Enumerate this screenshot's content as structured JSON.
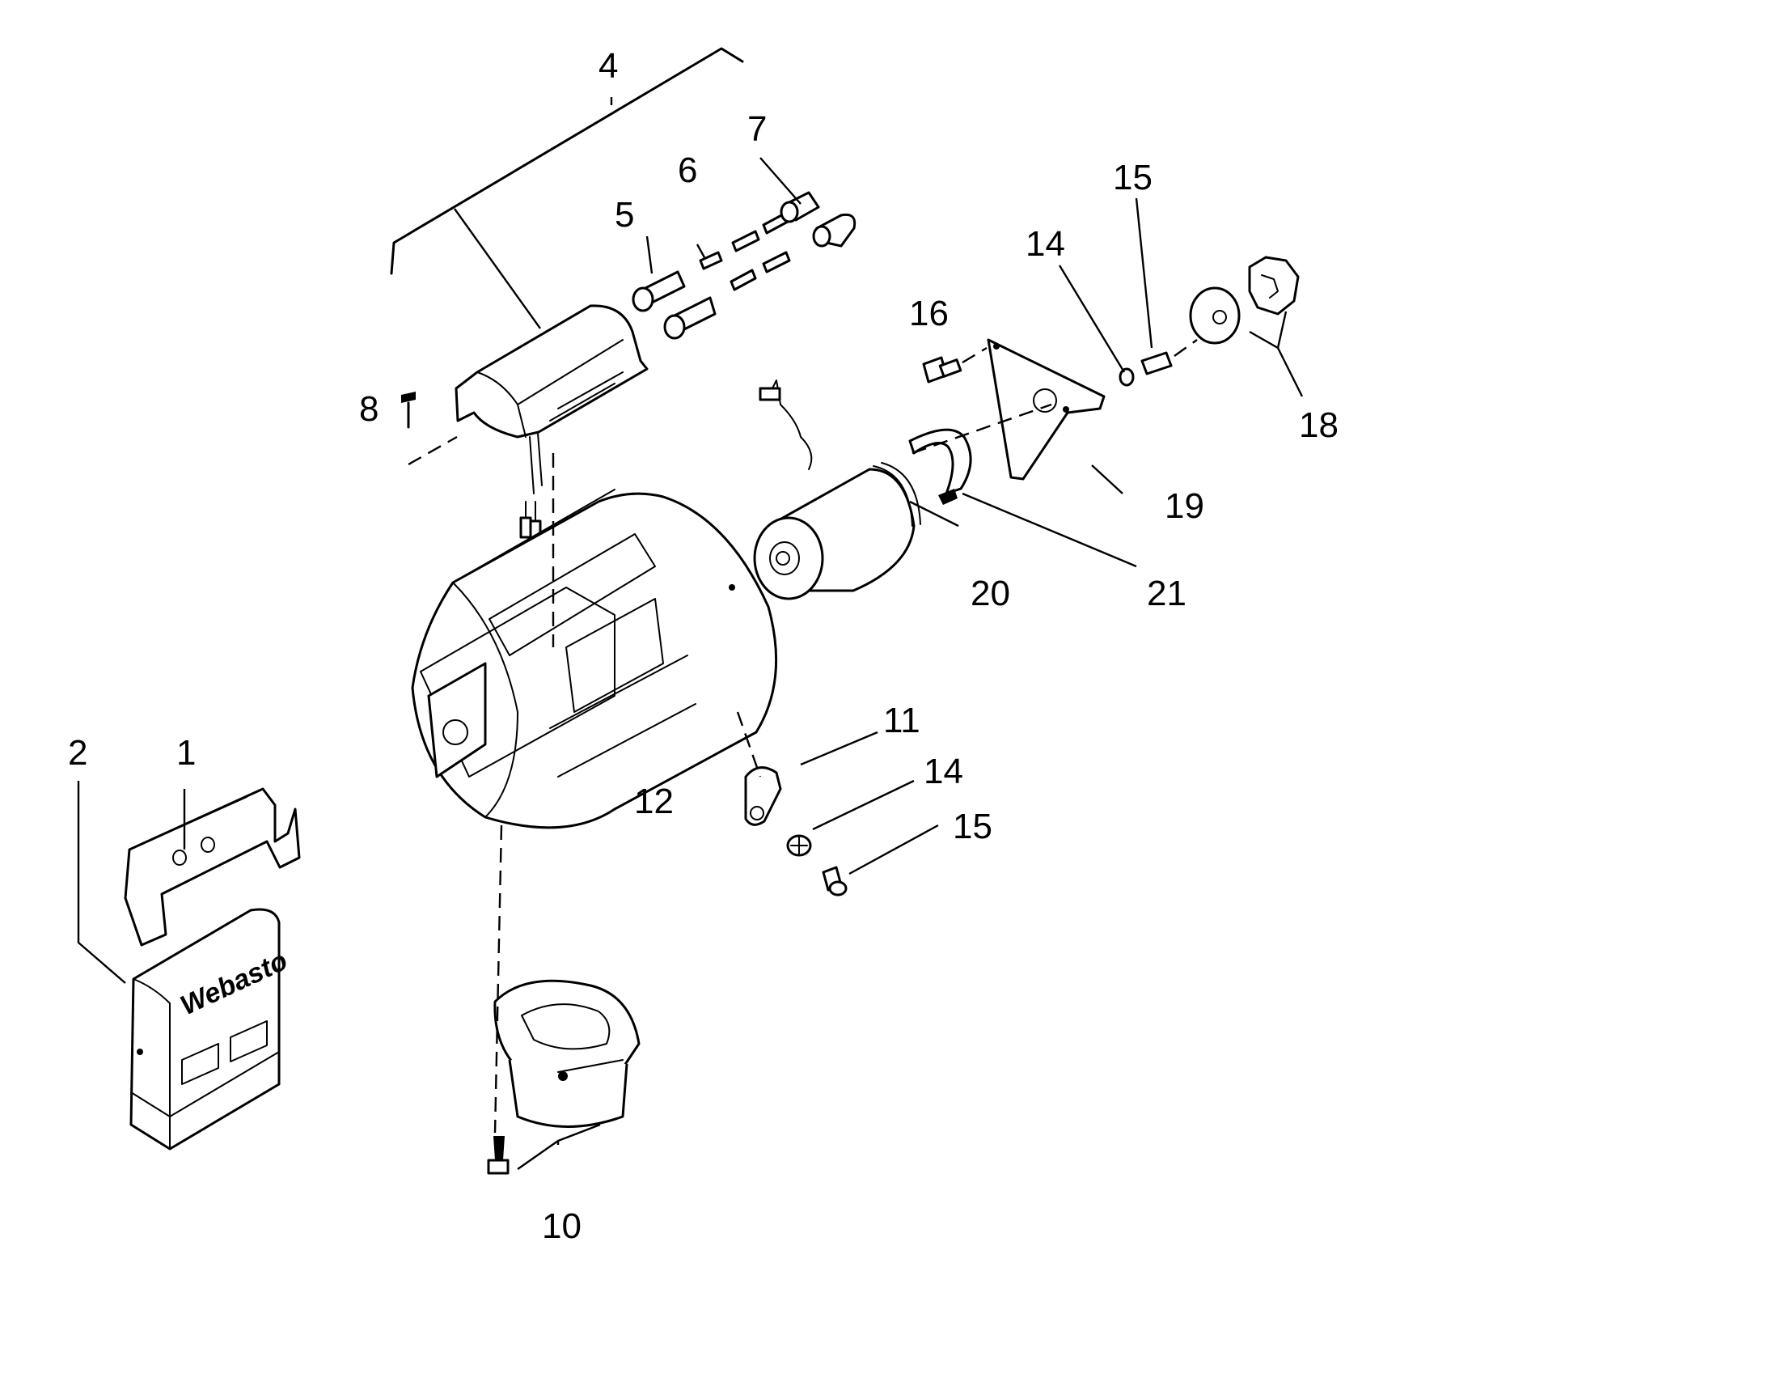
{
  "callouts": [
    {
      "id": "1",
      "label": "1"
    },
    {
      "id": "2",
      "label": "2"
    },
    {
      "id": "4",
      "label": "4"
    },
    {
      "id": "5",
      "label": "5"
    },
    {
      "id": "6",
      "label": "6"
    },
    {
      "id": "7",
      "label": "7"
    },
    {
      "id": "8",
      "label": "8"
    },
    {
      "id": "10",
      "label": "10"
    },
    {
      "id": "11",
      "label": "11"
    },
    {
      "id": "12",
      "label": "12"
    },
    {
      "id": "14a",
      "label": "14"
    },
    {
      "id": "14b",
      "label": "14"
    },
    {
      "id": "15a",
      "label": "15"
    },
    {
      "id": "15b",
      "label": "15"
    },
    {
      "id": "16",
      "label": "16"
    },
    {
      "id": "18",
      "label": "18"
    },
    {
      "id": "19",
      "label": "19"
    },
    {
      "id": "20",
      "label": "20"
    },
    {
      "id": "21",
      "label": "21"
    }
  ],
  "control_unit_logo": "Webasto"
}
